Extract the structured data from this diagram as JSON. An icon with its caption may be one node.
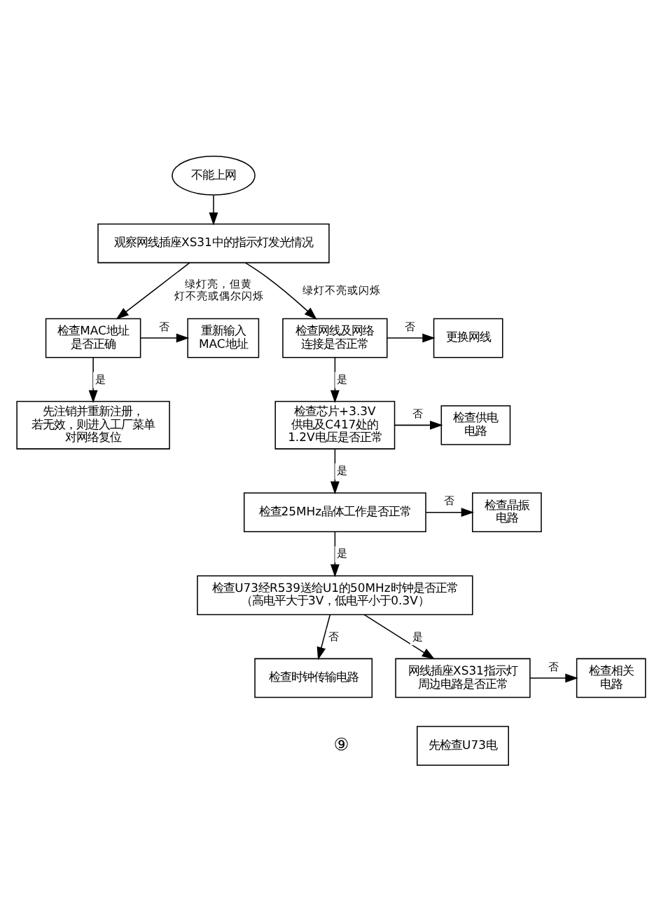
{
  "diagram": {
    "nodes": [
      {
        "text": [
          "不能上网"
        ]
      },
      {
        "text": [
          "观察网线插座XS31中的指示灯发光情况"
        ]
      },
      {
        "text": [
          "检查MAC地址是否正确"
        ]
      },
      {
        "text": [
          "重新输入MAC地址"
        ]
      },
      {
        "text": [
          "先注销并重新注册，若无效，则进入工厂菜单对网络复位"
        ]
      },
      {
        "text": [
          "检查网线及网络连接是否正常"
        ]
      },
      {
        "text": [
          "更换网线"
        ]
      },
      {
        "text": [
          "检查芯片+3.3V供电及C417处的1.2V电压是否正常"
        ]
      },
      {
        "text": [
          "检查供电电路"
        ]
      },
      {
        "text": [
          "检查25MHz晶体工作是否正常"
        ]
      },
      {
        "text": [
          "检查晶振电路"
        ]
      },
      {
        "text": [
          "检查U73经R539送给U1的50MHz时钟是否正常（高电平大于3V，低电平小于0.3V）"
        ]
      },
      {
        "text": [
          "检查时钟传输电路"
        ]
      },
      {
        "text": [
          "网线插座XS31指示灯周边电路是否正常"
        ]
      },
      {
        "text": [
          "检查相关电路"
        ]
      },
      {
        "text": [
          "先检查U73电"
        ]
      }
    ],
    "edges": [
      {
        "from": 0,
        "to": 1,
        "arrow": "to"
      },
      {
        "from": 1,
        "to": 2,
        "arrow": "to",
        "label": "绿灯亮，但黄灯不亮或偶尔闪烁"
      },
      {
        "from": 1,
        "to": 5,
        "arrow": "to",
        "label": "绿灯不亮或闪烁"
      },
      {
        "from": 2,
        "to": 3,
        "arrow": "to",
        "label": "否"
      },
      {
        "from": 2,
        "to": 4,
        "arrow": "to",
        "label": "是"
      },
      {
        "from": 5,
        "to": 6,
        "arrow": "to",
        "label": "否"
      },
      {
        "from": 5,
        "to": 7,
        "arrow": "to",
        "label": "是"
      },
      {
        "from": 7,
        "to": 8,
        "arrow": "to",
        "label": "否"
      },
      {
        "from": 7,
        "to": 9,
        "arrow": "to",
        "label": "是"
      },
      {
        "from": 9,
        "to": 10,
        "arrow": "to",
        "label": "否"
      },
      {
        "from": 9,
        "to": 11,
        "arrow": "to",
        "label": "是"
      },
      {
        "from": 11,
        "to": 12,
        "arrow": "to",
        "label": "否"
      },
      {
        "from": 11,
        "to": 13,
        "arrow": "to",
        "label": "是"
      },
      {
        "from": 13,
        "to": 14,
        "arrow": "to",
        "label": "否"
      }
    ],
    "labels": [
      "⑨"
    ]
  }
}
